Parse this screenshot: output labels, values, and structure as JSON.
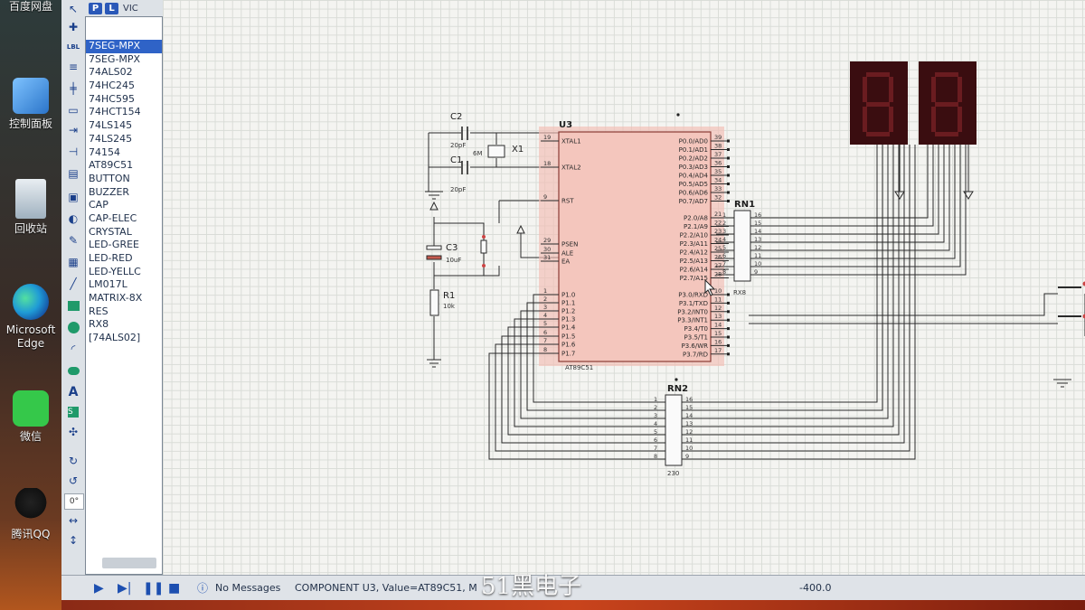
{
  "desktop": {
    "icons": [
      {
        "label": "百度网盘"
      },
      {
        "label": "控制面板"
      },
      {
        "label": "回收站"
      },
      {
        "label": "Microsoft Edge"
      },
      {
        "label": "微信"
      },
      {
        "label": "腾讯QQ"
      }
    ]
  },
  "devices_panel": {
    "pick_label": "P",
    "lib_label": "L",
    "header": "VIC",
    "items": [
      "7SEG-MPX",
      "7SEG-MPX",
      "74ALS02",
      "74HC245",
      "74HC595",
      "74HCT154",
      "74LS145",
      "74LS245",
      "74154",
      "AT89C51",
      "BUTTON",
      "BUZZER",
      "CAP",
      "CAP-ELEC",
      "CRYSTAL",
      "LED-GREE",
      "LED-RED",
      "LED-YELLC",
      "LM017L",
      "MATRIX-8X",
      "RES",
      "RX8",
      "[74ALS02]"
    ],
    "selected_index": 0
  },
  "toolstrip": {
    "rotate_value": "0°"
  },
  "schematic": {
    "u3": {
      "ref": "U3",
      "part": "AT89C51",
      "left_pins": [
        {
          "num": "19",
          "name": "XTAL1"
        },
        {
          "num": "18",
          "name": "XTAL2"
        },
        {
          "num": "9",
          "name": "RST"
        },
        {
          "num": "29",
          "name": "PSEN"
        },
        {
          "num": "30",
          "name": "ALE"
        },
        {
          "num": "31",
          "name": "EA"
        },
        {
          "num": "1",
          "name": "P1.0"
        },
        {
          "num": "2",
          "name": "P1.1"
        },
        {
          "num": "3",
          "name": "P1.2"
        },
        {
          "num": "4",
          "name": "P1.3"
        },
        {
          "num": "5",
          "name": "P1.4"
        },
        {
          "num": "6",
          "name": "P1.5"
        },
        {
          "num": "7",
          "name": "P1.6"
        },
        {
          "num": "8",
          "name": "P1.7"
        }
      ],
      "right_pins": [
        {
          "num": "39",
          "name": "P0.0/AD0"
        },
        {
          "num": "38",
          "name": "P0.1/AD1"
        },
        {
          "num": "37",
          "name": "P0.2/AD2"
        },
        {
          "num": "36",
          "name": "P0.3/AD3"
        },
        {
          "num": "35",
          "name": "P0.4/AD4"
        },
        {
          "num": "34",
          "name": "P0.5/AD5"
        },
        {
          "num": "33",
          "name": "P0.6/AD6"
        },
        {
          "num": "32",
          "name": "P0.7/AD7"
        },
        {
          "num": "21",
          "name": "P2.0/A8"
        },
        {
          "num": "22",
          "name": "P2.1/A9"
        },
        {
          "num": "23",
          "name": "P2.2/A10"
        },
        {
          "num": "24",
          "name": "P2.3/A11"
        },
        {
          "num": "25",
          "name": "P2.4/A12"
        },
        {
          "num": "26",
          "name": "P2.5/A13"
        },
        {
          "num": "27",
          "name": "P2.6/A14"
        },
        {
          "num": "28",
          "name": "P2.7/A15"
        },
        {
          "num": "10",
          "name": "P3.0/RXD"
        },
        {
          "num": "11",
          "name": "P3.1/TXD"
        },
        {
          "num": "12",
          "name": "P3.2/INT0"
        },
        {
          "num": "13",
          "name": "P3.3/INT1"
        },
        {
          "num": "14",
          "name": "P3.4/T0"
        },
        {
          "num": "15",
          "name": "P3.5/T1"
        },
        {
          "num": "16",
          "name": "P3.6/WR"
        },
        {
          "num": "17",
          "name": "P3.7/RD"
        }
      ]
    },
    "c2": {
      "ref": "C2",
      "value": "20pF"
    },
    "c1": {
      "ref": "C1",
      "value": "20pF"
    },
    "x1": {
      "ref": "X1",
      "value": "6M"
    },
    "c3": {
      "ref": "C3",
      "value": "10uF"
    },
    "r1": {
      "ref": "R1",
      "value": "10k"
    },
    "rn1": {
      "ref": "RN1",
      "part": "RX8",
      "left": [
        "1",
        "2",
        "3",
        "4",
        "5",
        "6",
        "7",
        "8"
      ],
      "right": [
        "16",
        "15",
        "14",
        "13",
        "12",
        "11",
        "10",
        "9"
      ]
    },
    "rn2": {
      "ref": "RN2",
      "part": "230",
      "left": [
        "1",
        "2",
        "3",
        "4",
        "5",
        "6",
        "7",
        "8"
      ],
      "right": [
        "16",
        "15",
        "14",
        "13",
        "12",
        "11",
        "10",
        "9"
      ]
    }
  },
  "statusbar": {
    "messages": "No Messages",
    "component": "COMPONENT U3, Value=AT89C51, M",
    "coord": "-400.0"
  },
  "watermark": "51黑电子",
  "colors": {
    "chip_fill": "#f2b9b0",
    "led_body": "#3a0d10",
    "led_segment": "#6a1c20",
    "wire": "#2a2a2a",
    "selected_item": "#2f63c7"
  }
}
